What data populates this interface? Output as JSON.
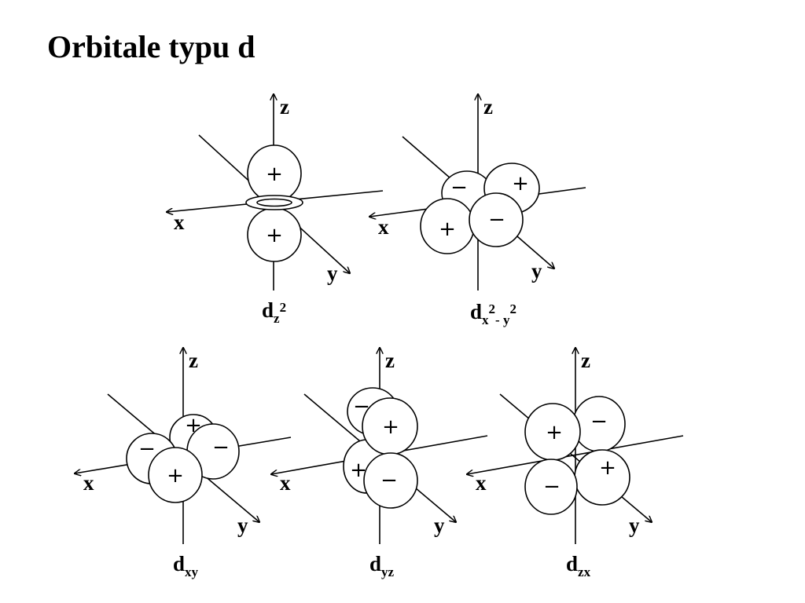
{
  "title": "Orbitale typu d",
  "axis_labels": {
    "x": "x",
    "y": "y",
    "z": "z"
  },
  "signs": {
    "plus": "+",
    "minus": "−"
  },
  "orbitals": [
    {
      "id": "dz2",
      "base": "d",
      "sub": "z",
      "sup": "2"
    },
    {
      "id": "dx2y2",
      "base": "d",
      "sub": "x",
      "sup": "2",
      "sub2": "- y",
      "sup2": "2"
    },
    {
      "id": "dxy",
      "base": "d",
      "sub": "xy"
    },
    {
      "id": "dyz",
      "base": "d",
      "sub": "yz"
    },
    {
      "id": "dzx",
      "base": "d",
      "sub": "zx"
    }
  ]
}
